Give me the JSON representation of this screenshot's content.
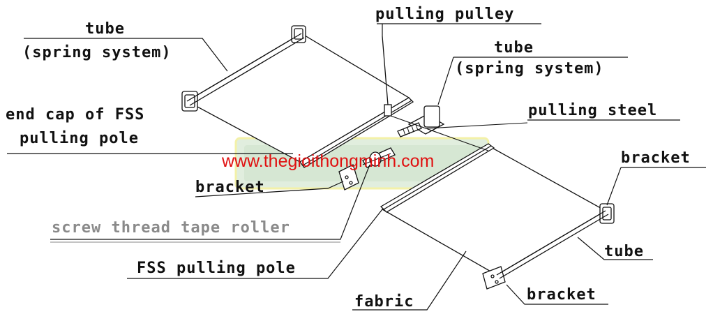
{
  "labels": {
    "tube_left": "tube",
    "spring_left": "(spring system)",
    "pulling_pulley": "pulling pulley",
    "tube_right": "tube",
    "spring_right": "(spring system)",
    "end_cap_line1": "end cap of FSS",
    "end_cap_line2": "pulling pole",
    "pulling_steel": "pulling steel",
    "bracket_mid": "bracket",
    "bracket_right_top": "bracket",
    "screw_thread": "screw thread tape roller",
    "fss_pole": "FSS pulling pole",
    "tube_lower": "tube",
    "fabric": "fabric",
    "bracket_bottom": "bracket"
  },
  "watermark": {
    "text": "www.thegioithongminh.com",
    "color": "#e01010"
  },
  "colors": {
    "ink": "#111111",
    "grey_label": "#8a8a8a",
    "watermark_box": "#d9ead9"
  }
}
